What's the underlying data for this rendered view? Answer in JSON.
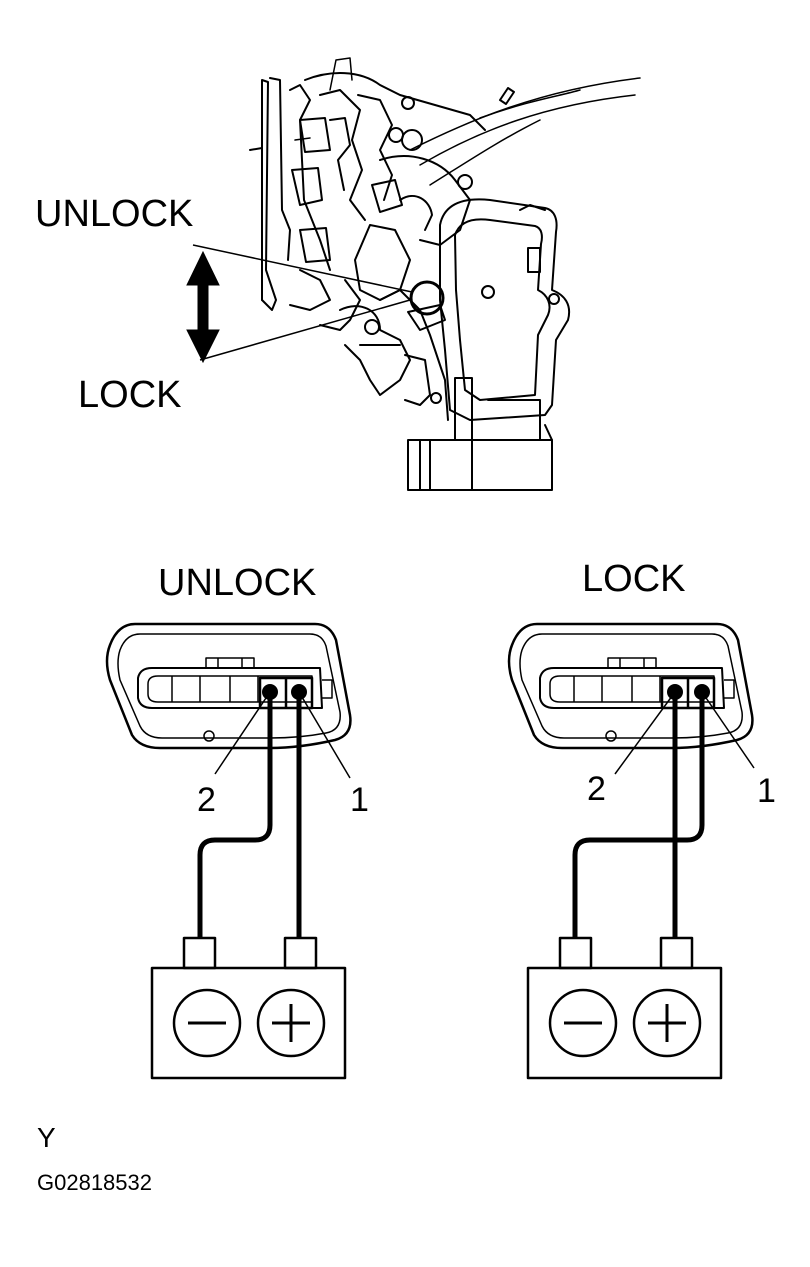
{
  "actuator": {
    "unlock_label": "UNLOCK",
    "lock_label": "LOCK"
  },
  "unlock_test": {
    "title": "UNLOCK",
    "pin_2": "2",
    "pin_1": "1",
    "battery_negative": "−",
    "battery_positive": "+"
  },
  "lock_test": {
    "title": "LOCK",
    "pin_2": "2",
    "pin_1": "1",
    "battery_negative": "−",
    "battery_positive": "+"
  },
  "footer": {
    "marker": "Y",
    "figure_code": "G02818532"
  }
}
